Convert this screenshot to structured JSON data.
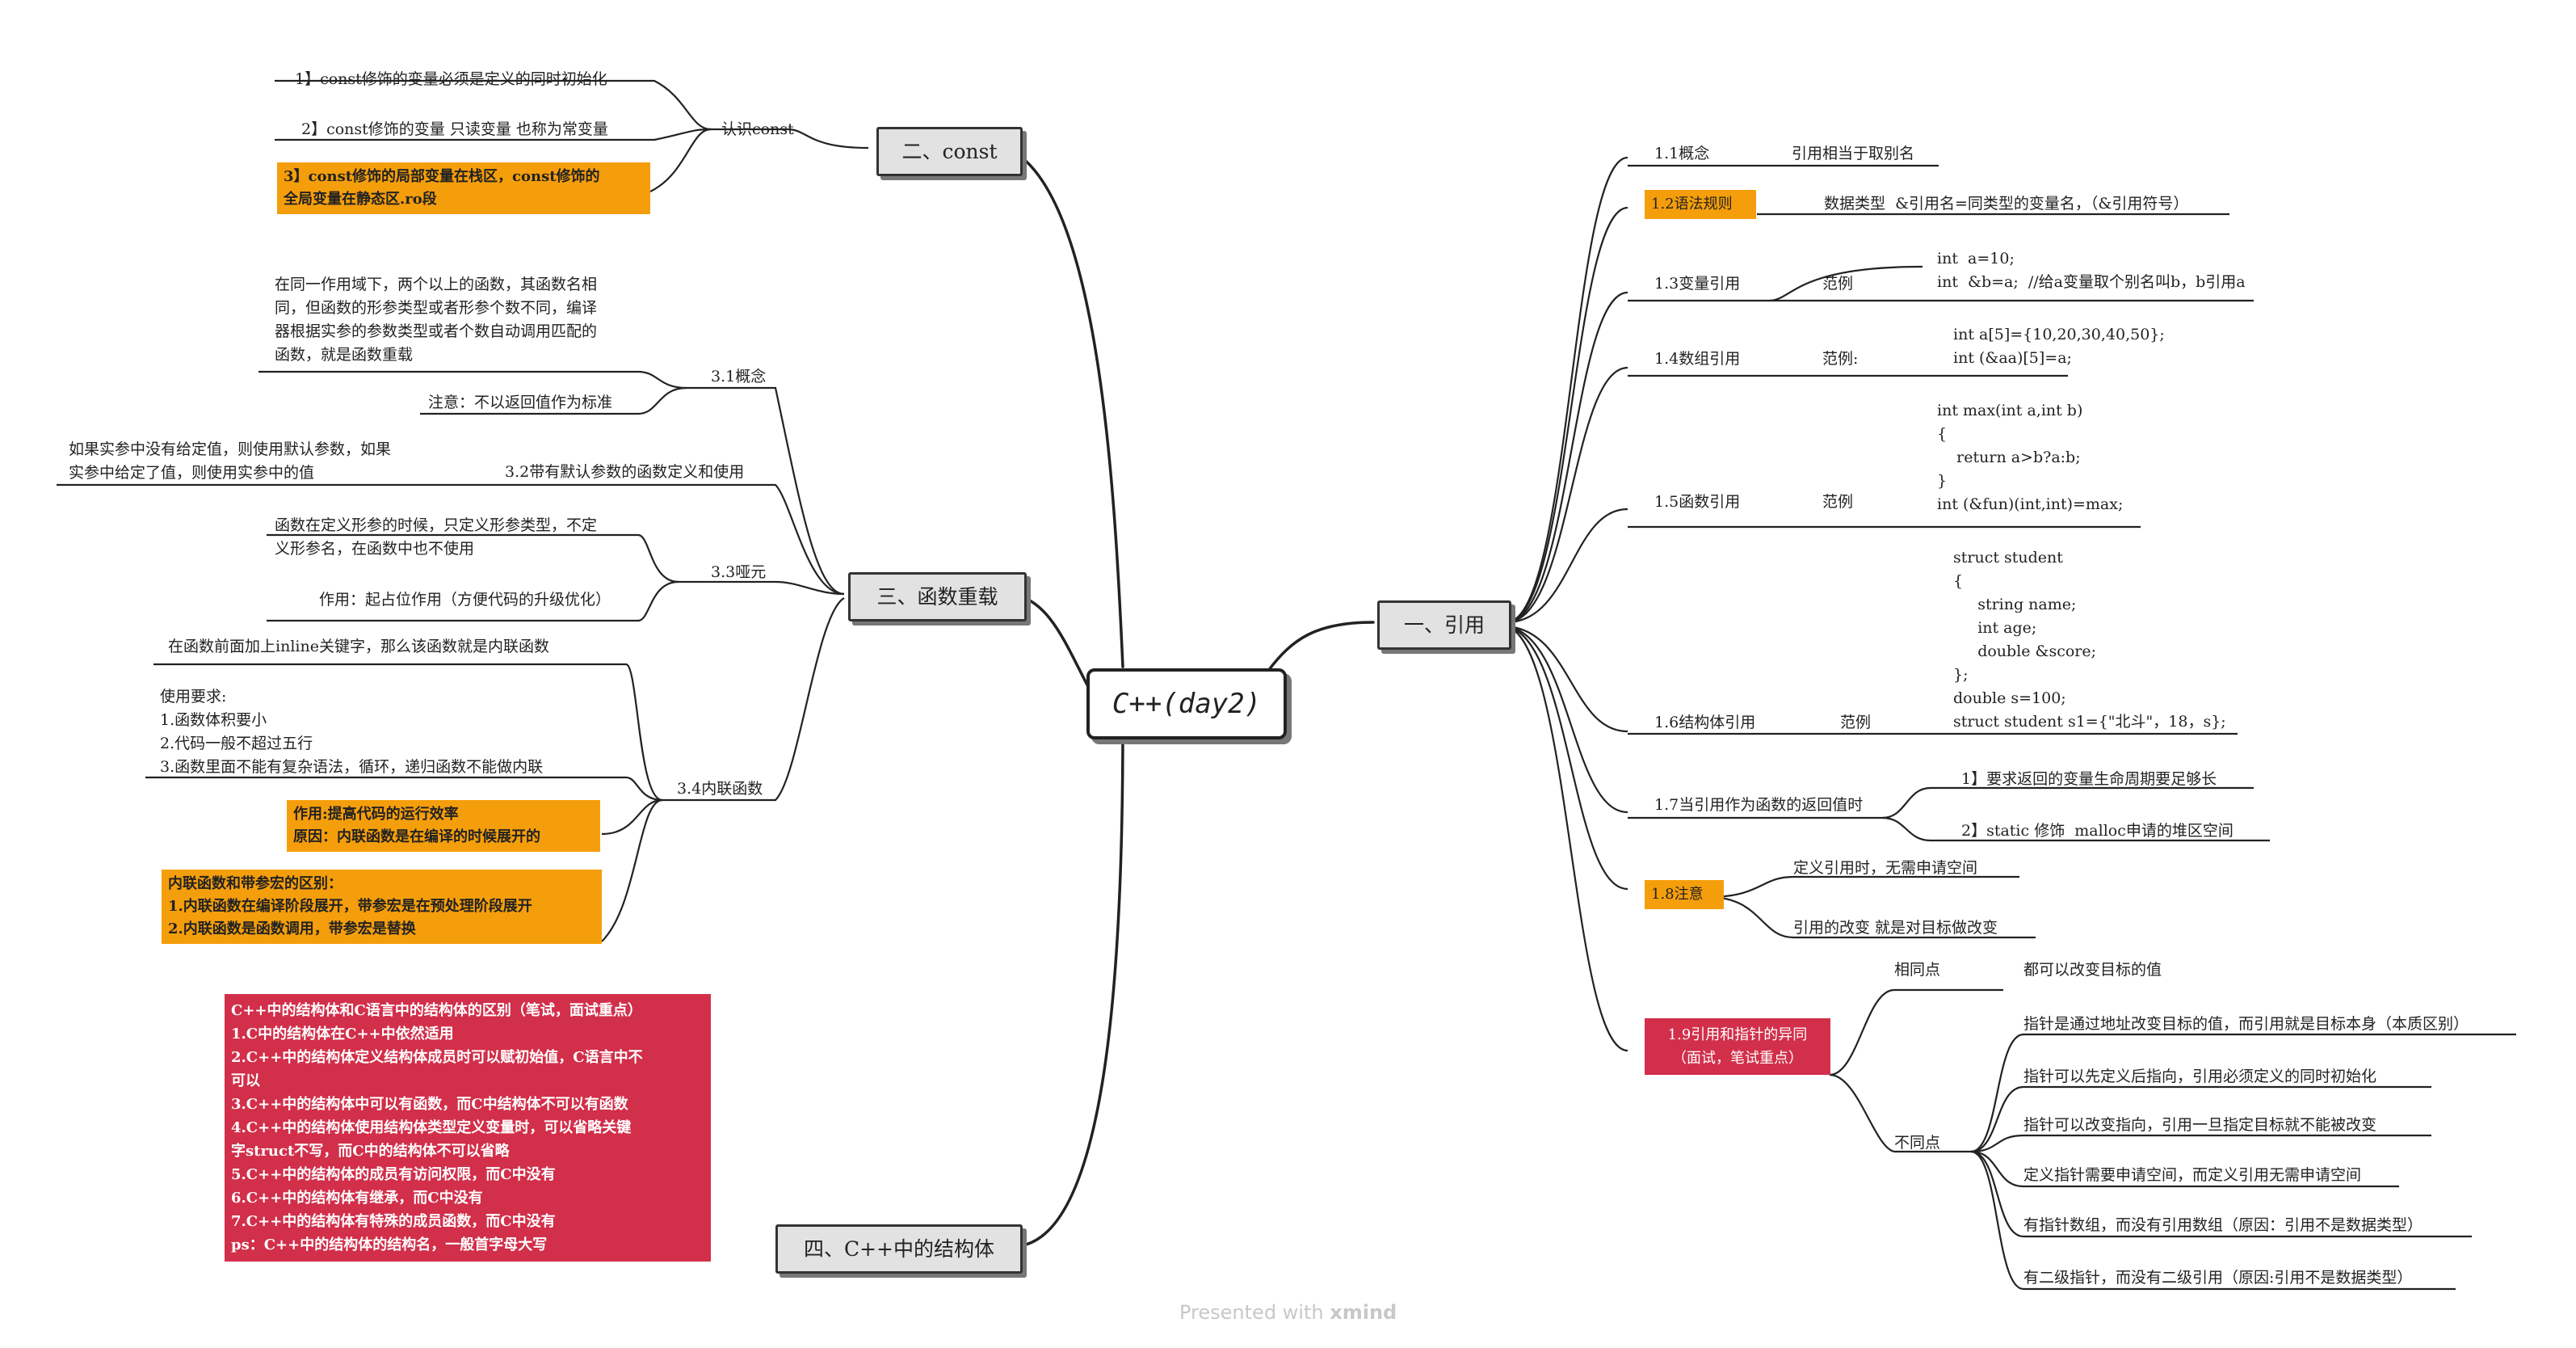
{
  "central": "C++(day2)",
  "watermark": {
    "prefix": "Presented with ",
    "brand": "xmind"
  },
  "const": {
    "title": "二、const",
    "sub": "认识const",
    "items": [
      "1】const修饰的变量必须是定义的同时初始化",
      "2】const修饰的变量 只读变量 也称为常变量",
      "3】const修饰的局部变量在栈区，const修饰的\n全局变量在静态区.ro段"
    ]
  },
  "overload": {
    "title": "三、函数重载",
    "s1_label": "3.1概念",
    "s1_desc": "在同一作用域下，两个以上的函数，其函数名相\n同，但函数的形参类型或者形参个数不同，编译\n器根据实参的参数类型或者个数自动调用匹配的\n函数，就是函数重载",
    "s1_note": "注意：不以返回值作为标准",
    "s2_label": "3.2带有默认参数的函数定义和使用",
    "s2_desc": "如果实参中没有给定值，则使用默认参数，如果\n实参中给定了值，则使用实参中的值",
    "s3_label": "3.3哑元",
    "s3_desc": "函数在定义形参的时候，只定义形参类型，不定\n义形参名，在函数中也不使用",
    "s3_note": "作用：起占位作用（方便代码的升级优化）",
    "s4_label": "3.4内联函数",
    "s4_desc": "在函数前面加上inline关键字，那么该函数就是内联函数",
    "s4_req": "使用要求:\n1.函数体积要小\n2.代码一般不超过五行\n3.函数里面不能有复杂语法，循环，递归函数不能做内联",
    "s4_effect": "作用:提高代码的运行效率\n原因：内联函数是在编译的时候展开的",
    "s4_diff": "内联函数和带参宏的区别：\n1.内联函数在编译阶段展开，带参宏是在预处理阶段展开\n2.内联函数是函数调用，带参宏是替换"
  },
  "struct": {
    "title": "四、C++中的结构体",
    "box": "C++中的结构体和C语言中的结构体的区别（笔试，面试重点）\n1.C中的结构体在C++中依然适用\n2.C++中的结构体定义结构体成员时可以赋初始值，C语言中不\n可以\n3.C++中的结构体中可以有函数，而C中结构体不可以有函数\n4.C++中的结构体使用结构体类型定义变量时，可以省略关键\n字struct不写，而C中的结构体不可以省略\n5.C++中的结构体的成员有访问权限，而C中没有\n6.C++中的结构体有继承，而C中没有\n7.C++中的结构体有特殊的成员函数，而C中没有\nps：C++中的结构体的结构名，一般首字母大写"
  },
  "ref": {
    "title": "一、引用",
    "r1_label": "1.1概念",
    "r1_value": "引用相当于取别名",
    "r2_label": "1.2语法规则",
    "r2_value": "数据类型  &引用名=同类型的变量名，（&引用符号）",
    "r3_label": "1.3变量引用",
    "r3_mid": "范例",
    "r3_code": "int  a=10;\nint  &b=a;  //给a变量取个别名叫b，b引用a",
    "r4_label": "1.4数组引用",
    "r4_mid": "范例:",
    "r4_code": "int a[5]={10,20,30,40,50};\nint (&aa)[5]=a;",
    "r5_label": "1.5函数引用",
    "r5_mid": "范例",
    "r5_code": "int max(int a,int b)\n{\n    return a>b?a:b;\n}\nint (&fun)(int,int)=max;",
    "r6_label": "1.6结构体引用",
    "r6_mid": "范例",
    "r6_code": "struct student\n{\n     string name;\n     int age;\n     double &score;\n};\ndouble s=100;\nstruct student s1={\"北斗\"，18，s};",
    "r7_label": "1.7当引用作为函数的返回值时",
    "r7_items": [
      "1】要求返回的变量生命周期要足够长",
      "2】static 修饰  malloc申请的堆区空间"
    ],
    "r8_label": "1.8注意",
    "r8_items": [
      "定义引用时，无需申请空间",
      "引用的改变 就是对目标做改变"
    ],
    "r9_label": "1.9引用和指针的异同\n（面试，笔试重点）",
    "r9_same": "相同点",
    "r9_same_value": "都可以改变目标的值",
    "r9_diff": "不同点",
    "r9_diff_items": [
      "指针是通过地址改变目标的值，而引用就是目标本身（本质区别）",
      "指针可以先定义后指向，引用必须定义的同时初始化",
      "指针可以改变指向，引用一旦指定目标就不能被改变",
      "定义指针需要申请空间，而定义引用无需申请空间",
      "有指针数组，而没有引用数组（原因：引用不是数据类型）",
      "有二级指针，而没有二级引用（原因:引用不是数据类型）"
    ]
  },
  "colors": {
    "orange": "#f59e0b",
    "red": "#d22f4a",
    "topic_bg": "#e2e2e2",
    "line": "#222222"
  }
}
